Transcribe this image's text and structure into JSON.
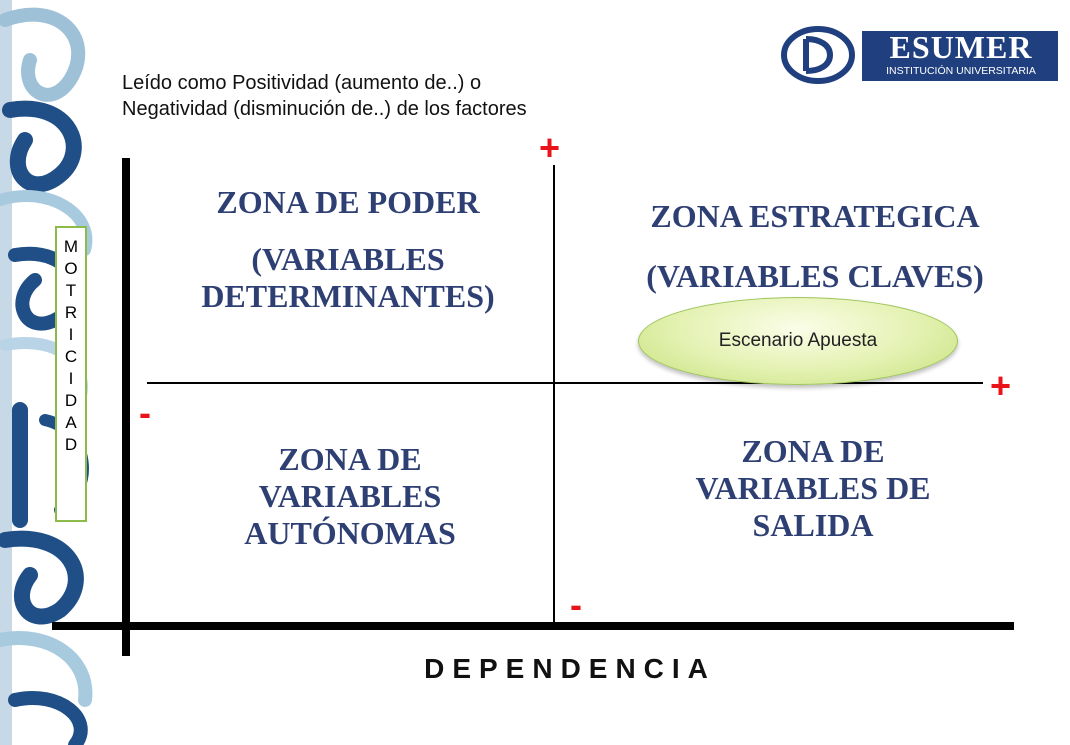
{
  "subtitle": {
    "line1": "Leído como Positividad (aumento de..) o",
    "line2": "Negatividad (disminución de..) de los factores"
  },
  "logo": {
    "name": "ESUMER",
    "tagline": "INSTITUCIÓN UNIVERSITARIA",
    "color": "#1f3f7f"
  },
  "signs": {
    "top": "+",
    "right": "+",
    "left": "-",
    "bottom": "-"
  },
  "zones": {
    "top_left": {
      "line1": "ZONA DE PODER",
      "line2": "(VARIABLES",
      "line3": "DETERMINANTES)"
    },
    "top_right": {
      "line1": "ZONA ESTRATEGICA",
      "line2": "(VARIABLES CLAVES)"
    },
    "bottom_left": {
      "line1": "ZONA DE",
      "line2": "VARIABLES",
      "line3": "AUTÓNOMAS"
    },
    "bottom_right": {
      "line1": "ZONA DE",
      "line2": "VARIABLES DE",
      "line3": "SALIDA"
    }
  },
  "scenario": "Escenario Apuesta",
  "y_axis_label": [
    "M",
    "O",
    "T",
    "R",
    "I",
    "C",
    "I",
    "D",
    "A",
    "D"
  ],
  "x_axis_label": "DEPENDENCIA",
  "colors": {
    "zone_text": "#2e3f73",
    "sign": "#e8141a",
    "ellipse_border": "#9ec55a",
    "sidebar": "#1f4f86"
  }
}
